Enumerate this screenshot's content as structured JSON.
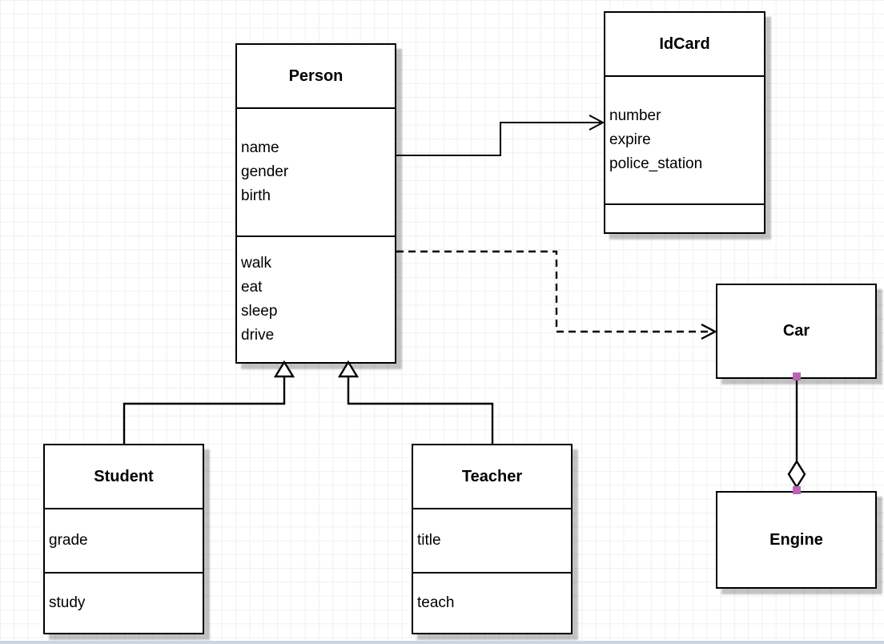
{
  "canvas": {
    "type": "uml-class-diagram"
  },
  "classes": {
    "person": {
      "name": "Person",
      "attributes": [
        "name",
        "gender",
        "birth"
      ],
      "methods": [
        "walk",
        "eat",
        "sleep",
        "drive"
      ]
    },
    "idcard": {
      "name": "IdCard",
      "attributes": [
        "number",
        "expire",
        "police_station"
      ],
      "methods": []
    },
    "car": {
      "name": "Car",
      "attributes": [],
      "methods": []
    },
    "engine": {
      "name": "Engine",
      "attributes": [],
      "methods": []
    },
    "student": {
      "name": "Student",
      "attributes": [
        "grade"
      ],
      "methods": [
        "study"
      ]
    },
    "teacher": {
      "name": "Teacher",
      "attributes": [
        "title"
      ],
      "methods": [
        "teach"
      ]
    }
  },
  "relationships": [
    {
      "from": "Person",
      "to": "IdCard",
      "type": "association",
      "line": "solid",
      "arrowhead": "open-arrow"
    },
    {
      "from": "Person",
      "to": "Car",
      "type": "dependency",
      "line": "dashed",
      "arrowhead": "open-arrow"
    },
    {
      "from": "Student",
      "to": "Person",
      "type": "generalization",
      "line": "solid",
      "arrowhead": "hollow-triangle"
    },
    {
      "from": "Teacher",
      "to": "Person",
      "type": "generalization",
      "line": "solid",
      "arrowhead": "hollow-triangle"
    },
    {
      "from": "Car",
      "to": "Engine",
      "type": "aggregation",
      "line": "solid",
      "arrowhead": "hollow-diamond"
    }
  ],
  "colors": {
    "stroke": "#000000",
    "shape_fill": "#ffffff",
    "handle": "#b964b4",
    "grid": "#eff0f3",
    "shadow": "rgba(0,0,0,0.24)",
    "canvas_edge": "#ccd4e0"
  }
}
